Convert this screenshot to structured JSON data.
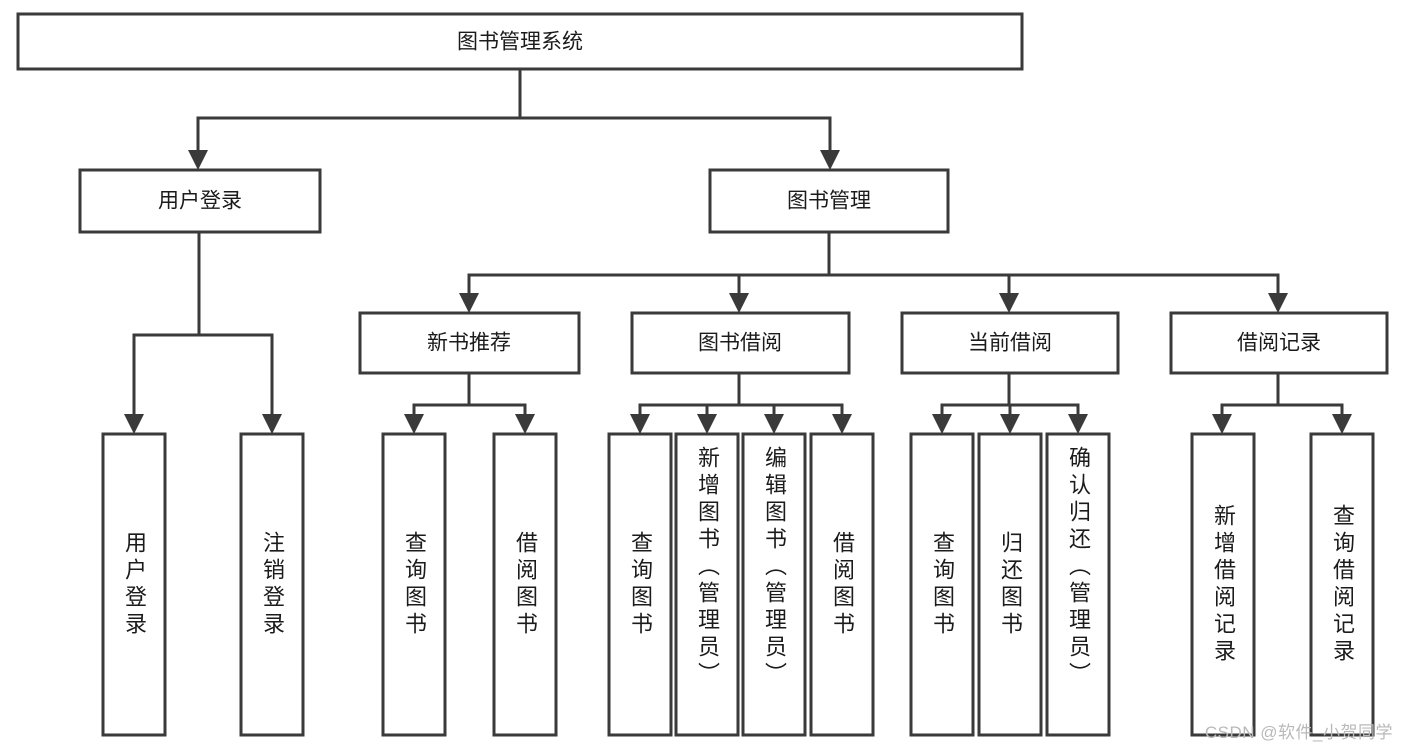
{
  "diagram": {
    "title": "图书管理系统",
    "type": "hierarchy-tree",
    "root": {
      "id": "root",
      "label": "图书管理系统"
    },
    "level2": [
      {
        "id": "user-login",
        "label": "用户登录"
      },
      {
        "id": "book-manage",
        "label": "图书管理"
      }
    ],
    "level3": [
      {
        "id": "new-book-rec",
        "label": "新书推荐",
        "parent": "book-manage"
      },
      {
        "id": "book-borrow",
        "label": "图书借阅",
        "parent": "book-manage"
      },
      {
        "id": "current-borrow",
        "label": "当前借阅",
        "parent": "book-manage"
      },
      {
        "id": "borrow-record",
        "label": "借阅记录",
        "parent": "book-manage"
      }
    ],
    "leaves": [
      {
        "id": "leaf-user-login",
        "label": "用户登录",
        "parent": "user-login"
      },
      {
        "id": "leaf-user-logout",
        "label": "注销登录",
        "parent": "user-login"
      },
      {
        "id": "leaf-query-book-1",
        "label": "查询图书",
        "parent": "new-book-rec"
      },
      {
        "id": "leaf-borrow-book-1",
        "label": "借阅图书",
        "parent": "new-book-rec"
      },
      {
        "id": "leaf-query-book-2",
        "label": "查询图书",
        "parent": "book-borrow"
      },
      {
        "id": "leaf-add-book",
        "label": "新增图书（管理员）",
        "parent": "book-borrow"
      },
      {
        "id": "leaf-edit-book",
        "label": "编辑图书（管理员）",
        "parent": "book-borrow"
      },
      {
        "id": "leaf-borrow-book-2",
        "label": "借阅图书",
        "parent": "book-borrow"
      },
      {
        "id": "leaf-query-book-3",
        "label": "查询图书",
        "parent": "current-borrow"
      },
      {
        "id": "leaf-return-book",
        "label": "归还图书",
        "parent": "current-borrow"
      },
      {
        "id": "leaf-confirm-return",
        "label": "确认归还（管理员）",
        "parent": "current-borrow"
      },
      {
        "id": "leaf-add-record",
        "label": "新增借阅记录",
        "parent": "borrow-record"
      },
      {
        "id": "leaf-query-record",
        "label": "查询借阅记录",
        "parent": "borrow-record"
      }
    ]
  },
  "watermark": {
    "text": "CSDN @软件_小贺同学"
  },
  "colors": {
    "stroke": "#3a3a3a",
    "box_fill": "#ffffff",
    "text": "#1b1b1b",
    "watermark": "#b9b9b9",
    "background": "#ffffff"
  }
}
